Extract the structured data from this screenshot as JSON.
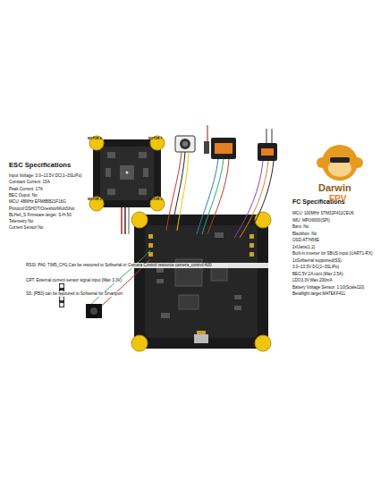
{
  "diagram": {
    "labels": [
      "ESC Specifications",
      "Input Voltage: 3.0~13.5V DC(1~3SLiPo)",
      "Constant Current: 15A",
      "Peak Current: 17A",
      "BEC Ouput: No",
      "MCU: 48MHz EFM8BB21F16G",
      "Protocol:DSHOT/Oneshot/MultiShot",
      "BLHeli_S Firmware target: S-H-50",
      "Telemetry:No",
      "Current Sensor:No",
      "RSSI: PA0, TIM5_CH1,Can be resoured to Softserial or Camera Control resource camera_control A00",
      "CRT: External current sensor signal input (Max 3.3V)",
      "SS: [PB3] can be resoured to Softserial for Smartport",
      "FC Specifications",
      "MCU: 100MHz STM32F411CEU6",
      "IMU: MPU6000(SPI)",
      "Baro: No",
      "Blackbox: No",
      "OSD:AT7456E",
      "2xUarts(1,2)",
      "Built-in inverter for SBUS input (UART1-RX)",
      "1xSoftserial supported(SS)",
      "3.0~13.5V DC(1~3SLiPo)",
      "BEC:5V 2A cont.(Max 2.5A)",
      "LDO3.3V:Max 200mA",
      "Battery Voltage Sensor: 1:10(Scale110)",
      "Betaflight target:MATEKF411",
      "Darwin",
      "FPV",
      "MOTOR 1",
      "MOTOR 2",
      "MOTOR 3",
      "MOTOR 4"
    ]
  }
}
